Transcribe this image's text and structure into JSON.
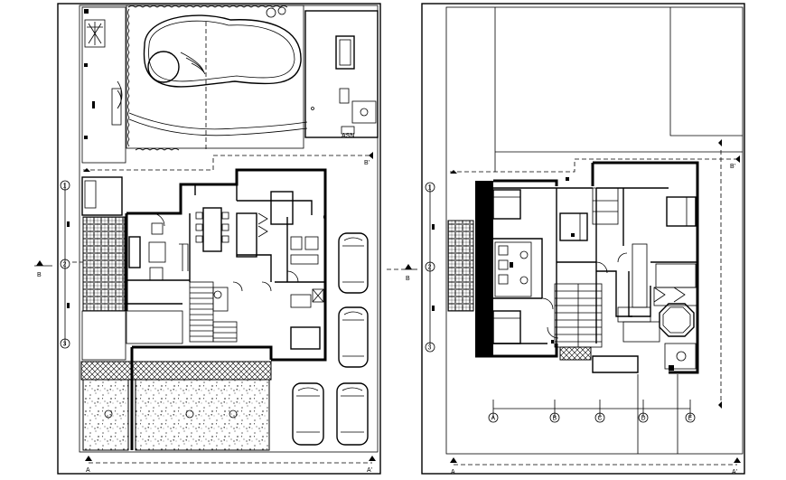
{
  "drawing": {
    "ground_floor": {
      "grid_rows": [
        "1",
        "2",
        "3"
      ],
      "section_label": "A",
      "section_label_alt": "A'",
      "cut_tag": "B",
      "cut_tag_alt": "B'"
    },
    "upper_floor": {
      "grid_rows": [
        "1",
        "2",
        "3"
      ],
      "grid_cols": [
        "A",
        "B",
        "C",
        "D",
        "E"
      ],
      "section_label": "A",
      "section_label_alt": "A'",
      "cut_tag": "B",
      "cut_tag_alt": "B'"
    }
  }
}
